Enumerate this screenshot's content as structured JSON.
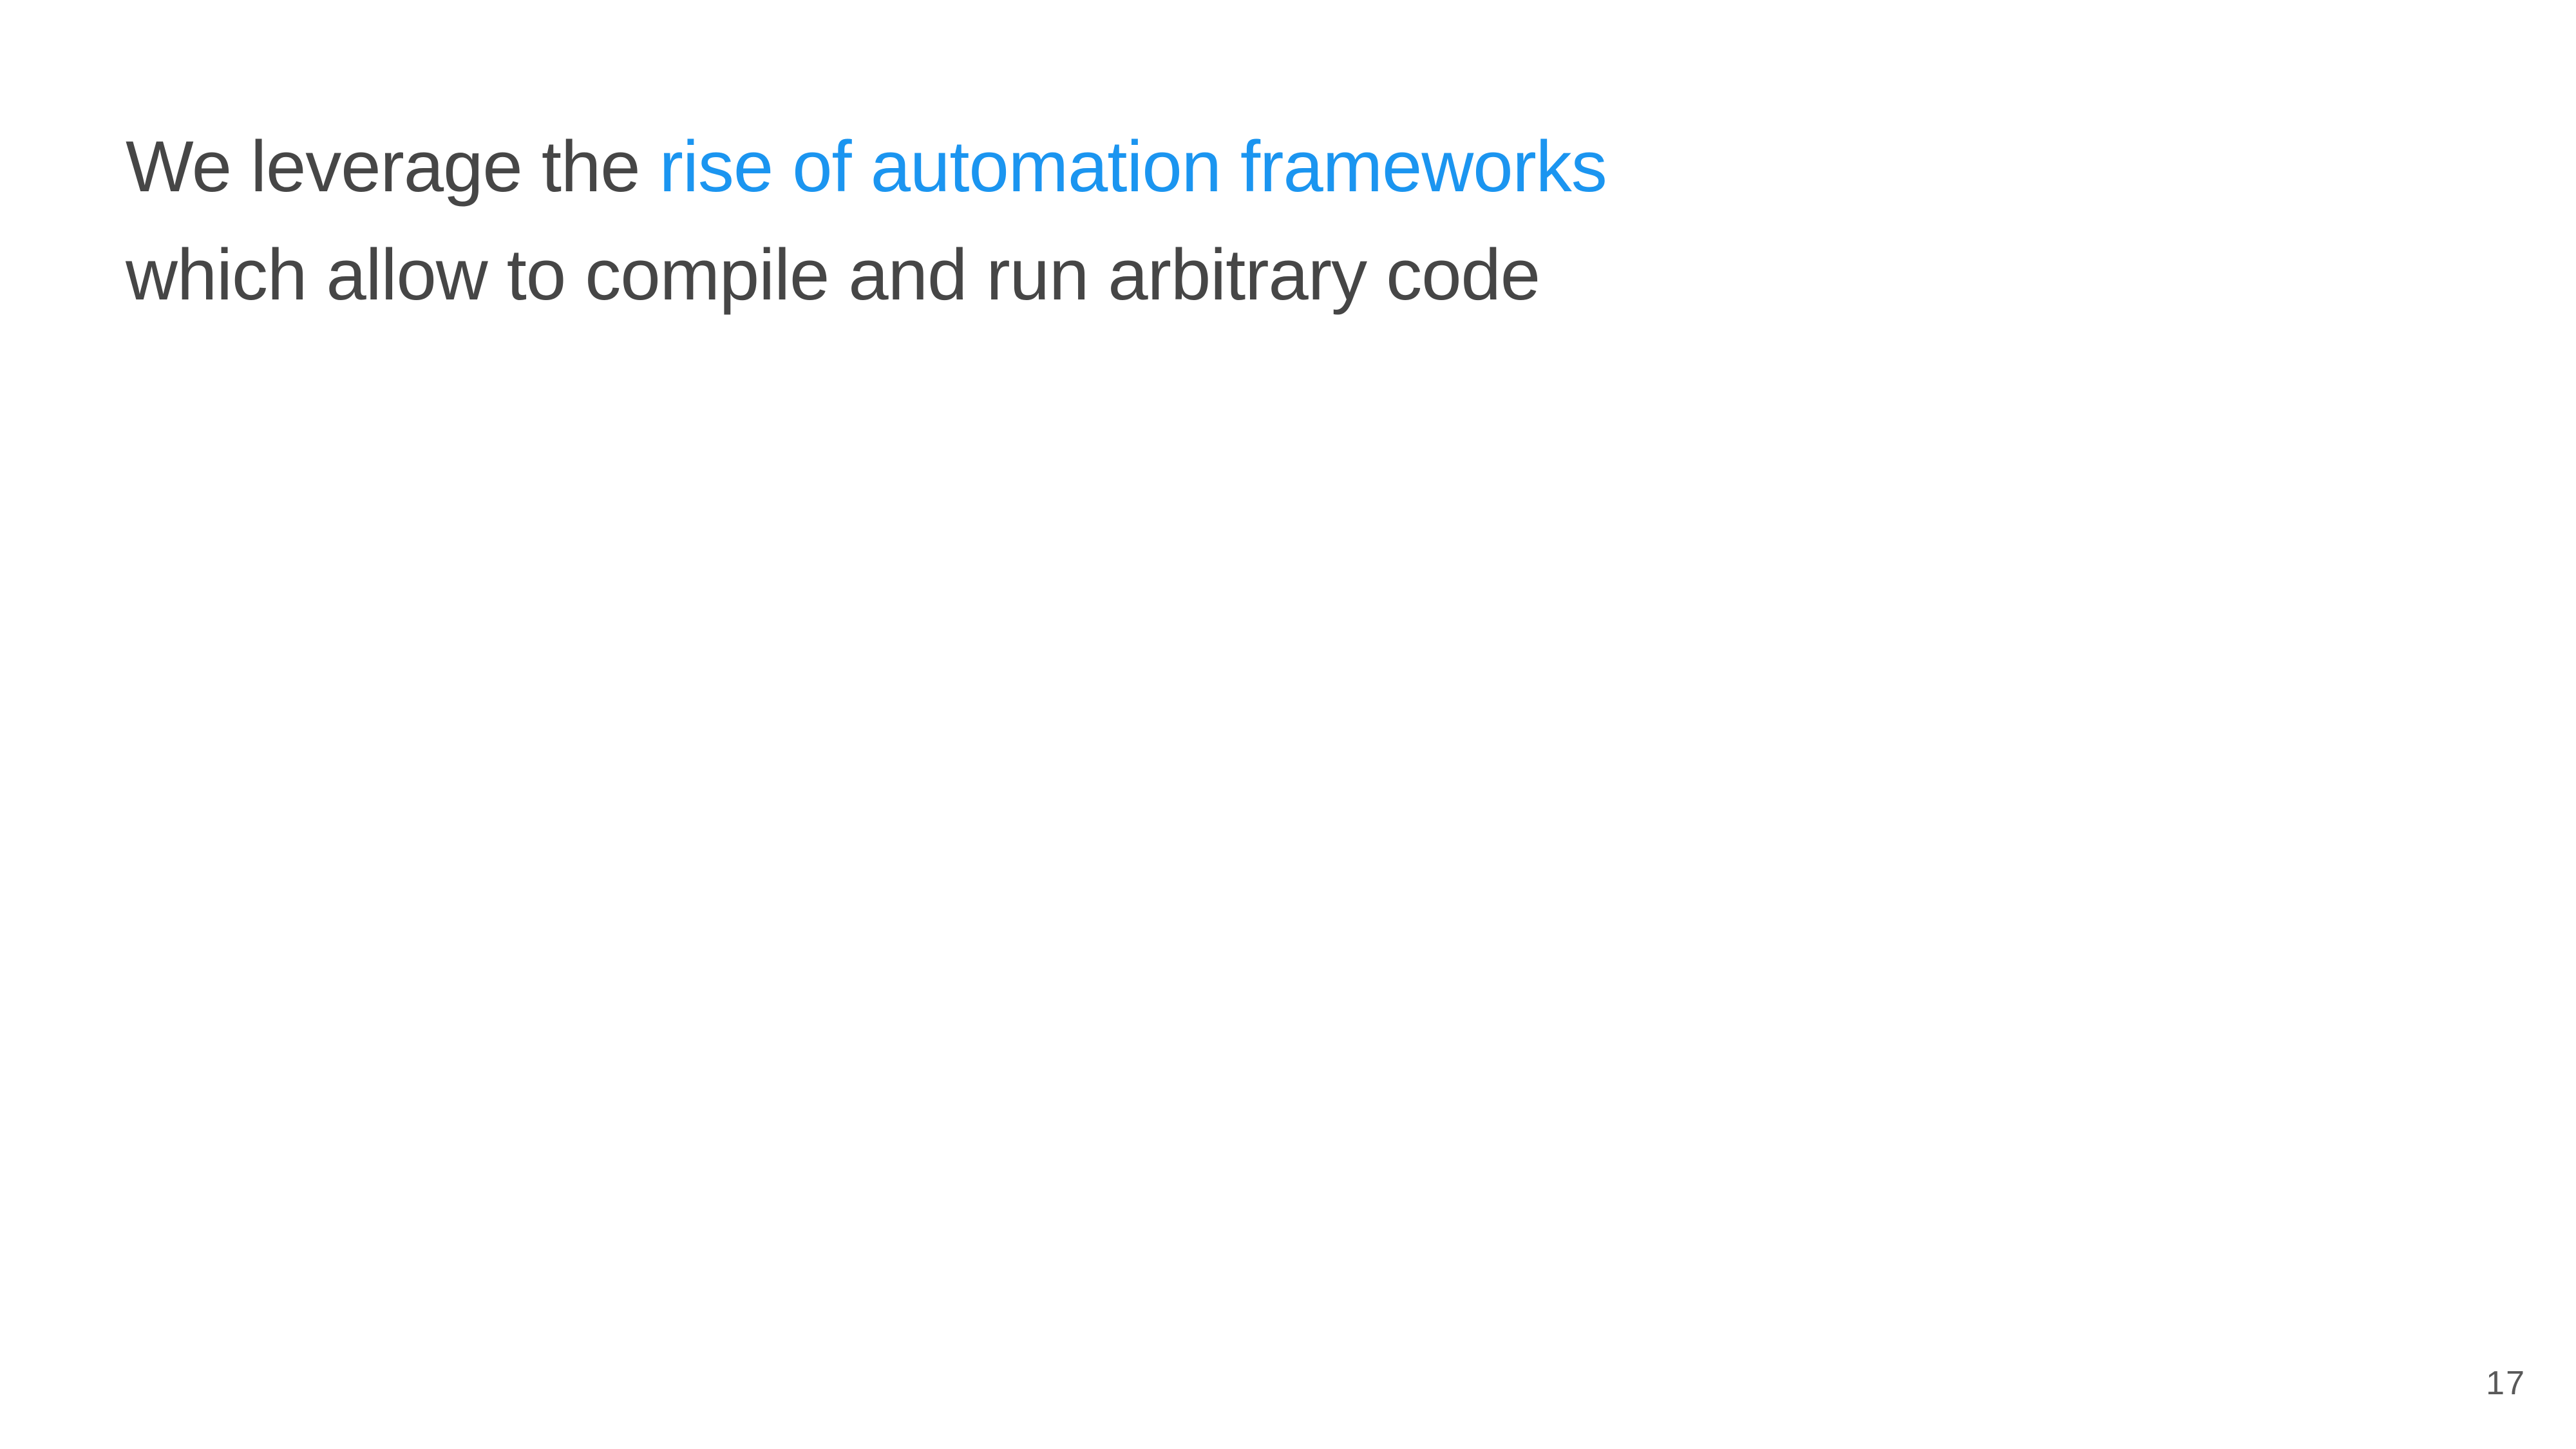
{
  "slide": {
    "statement": {
      "line1_prefix": "We leverage the ",
      "line1_highlight": "rise of automation frameworks",
      "line2": "which allow to compile and run arbitrary code"
    },
    "page_number": "17"
  },
  "colors": {
    "background": "#ffffff",
    "body_text": "#464646",
    "highlight_blue": "#1b95f0",
    "page_number_gray": "#595959"
  }
}
